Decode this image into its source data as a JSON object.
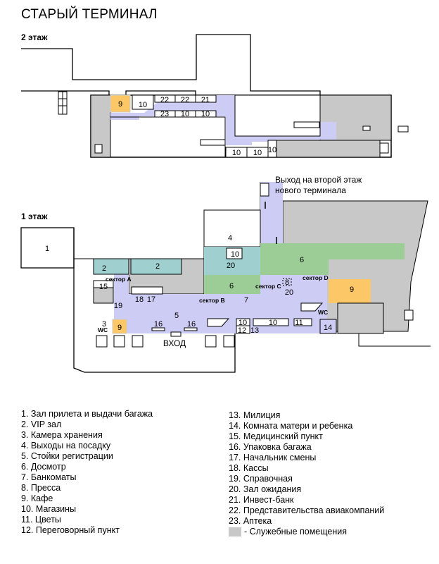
{
  "title": "СТАРЫЙ ТЕРМИНАЛ",
  "floors": {
    "second": "2 этаж",
    "first": "1 этаж"
  },
  "colors": {
    "corridor": "#ccccf5",
    "service": "#c8c8c8",
    "cafe": "#fcc766",
    "vip": "#9fcfcf",
    "security": "#9dcd97"
  },
  "second_floor_labels": {
    "cafe": "9",
    "shop_a": "10",
    "rep_a": "22",
    "rep_b": "22",
    "bank": "21",
    "pharmacy": "23",
    "shop_b": "10",
    "shop_c": "10",
    "shop_d": "10",
    "shop_e": "10",
    "shop_f": "10"
  },
  "first_floor_labels": {
    "arrivals": "1",
    "vip_a": "2",
    "vip_b": "2",
    "gates": "4",
    "shop_center": "10",
    "waiting_center": "20",
    "security_small": "6",
    "security_big": "6",
    "sector_a": "сектор A",
    "sector_b": "сектор B",
    "sector_c": "сектор C",
    "sector_d": "сектор D",
    "press": "8",
    "waiting_c": "20",
    "cafe_right": "9",
    "atm": "7",
    "checkin": "5",
    "shift": "17",
    "tickets": "18",
    "info": "19",
    "room15": "15",
    "storage": "3",
    "wc_left": "WC",
    "cafe_left": "9",
    "pack_a": "16",
    "pack_b": "16",
    "entrance": "ВХОД",
    "shop_a": "10",
    "shop_b": "10",
    "negot": "12",
    "police": "13",
    "flowers": "11",
    "mother": "14",
    "wc_right": "WC"
  },
  "exit_note": [
    "Выход на второй этаж",
    "нового терминала"
  ],
  "legend_left": [
    "1. Зал прилета и выдачи багажа",
    "2. VIP зал",
    "3. Камера хранения",
    "4. Выходы на посадку",
    "5. Стойки регистрации",
    "6. Досмотр",
    "7. Банкоматы",
    "8. Пресса",
    "9. Кафе",
    "10. Магазины",
    "11. Цветы",
    "12. Переговорный пункт"
  ],
  "legend_right": [
    "13. Милиция",
    "14. Комната матери и ребенка",
    "15. Медицинский пункт",
    "16. Упаковка багажа",
    "17. Начальник смены",
    "18. Кассы",
    "19. Справочная",
    "20. Зал ожидания",
    "21. Инвест-банк",
    "22. Представительства авиакомпаний",
    "23. Аптека"
  ],
  "legend_service": "- Служебные помещения"
}
